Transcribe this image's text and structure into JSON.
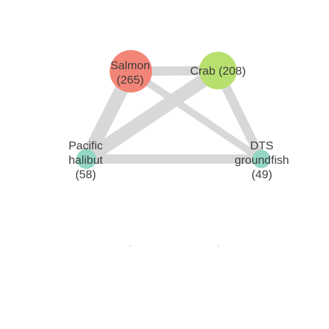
{
  "network": {
    "nodes": [
      {
        "id": "salmon",
        "label_lines": [
          "Salmon",
          "(265)"
        ],
        "value": 265,
        "color": "#f28577"
      },
      {
        "id": "crab",
        "label_lines": [
          "Crab (208)"
        ],
        "value": 208,
        "color": "#b7e06f"
      },
      {
        "id": "halibut",
        "label_lines": [
          "Pacific",
          "halibut",
          "(58)"
        ],
        "value": 58,
        "color": "#93d8c6"
      },
      {
        "id": "dts",
        "label_lines": [
          "DTS",
          "groundfish",
          "(49)"
        ],
        "value": 49,
        "color": "#93d8c6"
      }
    ],
    "edges": [
      {
        "source": "salmon",
        "target": "crab",
        "weight": 3
      },
      {
        "source": "salmon",
        "target": "halibut",
        "weight": 5
      },
      {
        "source": "crab",
        "target": "halibut",
        "weight": 5
      },
      {
        "source": "salmon",
        "target": "dts",
        "weight": 2
      },
      {
        "source": "crab",
        "target": "dts",
        "weight": 3
      },
      {
        "source": "halibut",
        "target": "dts",
        "weight": 3
      }
    ],
    "edge_color": "#d8d8d8"
  }
}
